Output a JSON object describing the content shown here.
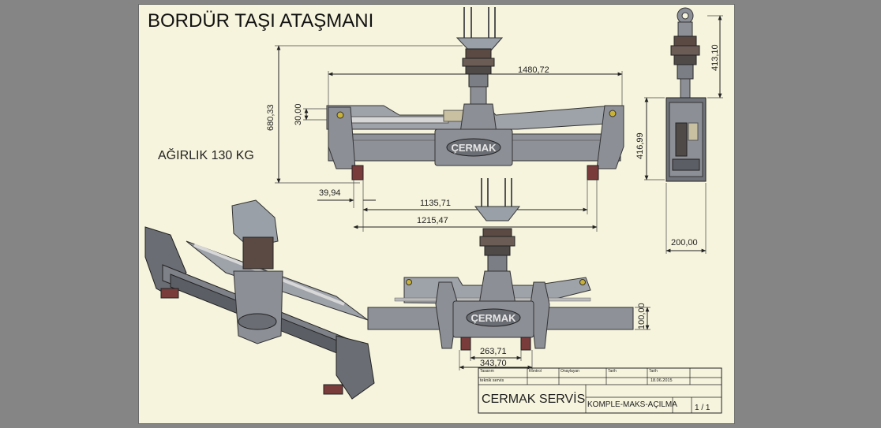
{
  "drawing": {
    "title": "BORDÜR TAŞI ATAŞMANI",
    "weight": "AĞIRLIK 130 KG",
    "logo_text": "ÇERMAK"
  },
  "dimensions": {
    "top_width": "1480,72",
    "height_total": "680,33",
    "gap_30": "30,00",
    "offset": "39,94",
    "inner_width": "1135,71",
    "outer_width": "1215,47",
    "side_top": "413,10",
    "side_height": "416,99",
    "side_width": "200,00",
    "front_height": "100,00",
    "foot_inner": "263,71",
    "foot_outer": "343,70"
  },
  "title_block": {
    "designer": "teknik servis",
    "date": "18.06.2015",
    "company": "CERMAK SERVİS",
    "drawing_name": "KOMPLE-MAKS-AÇILMA",
    "sheet": "1 / 1",
    "header_cells": [
      "Tasarım",
      "Kontrol",
      "Onaylayan",
      "Tarih",
      "Tarih"
    ]
  },
  "colors": {
    "sheet_bg": "#f6f4dd",
    "frame_bg": "#858585",
    "steel": "#8c8f96",
    "steel_dark": "#55585e",
    "pad": "#7a3b3b"
  }
}
